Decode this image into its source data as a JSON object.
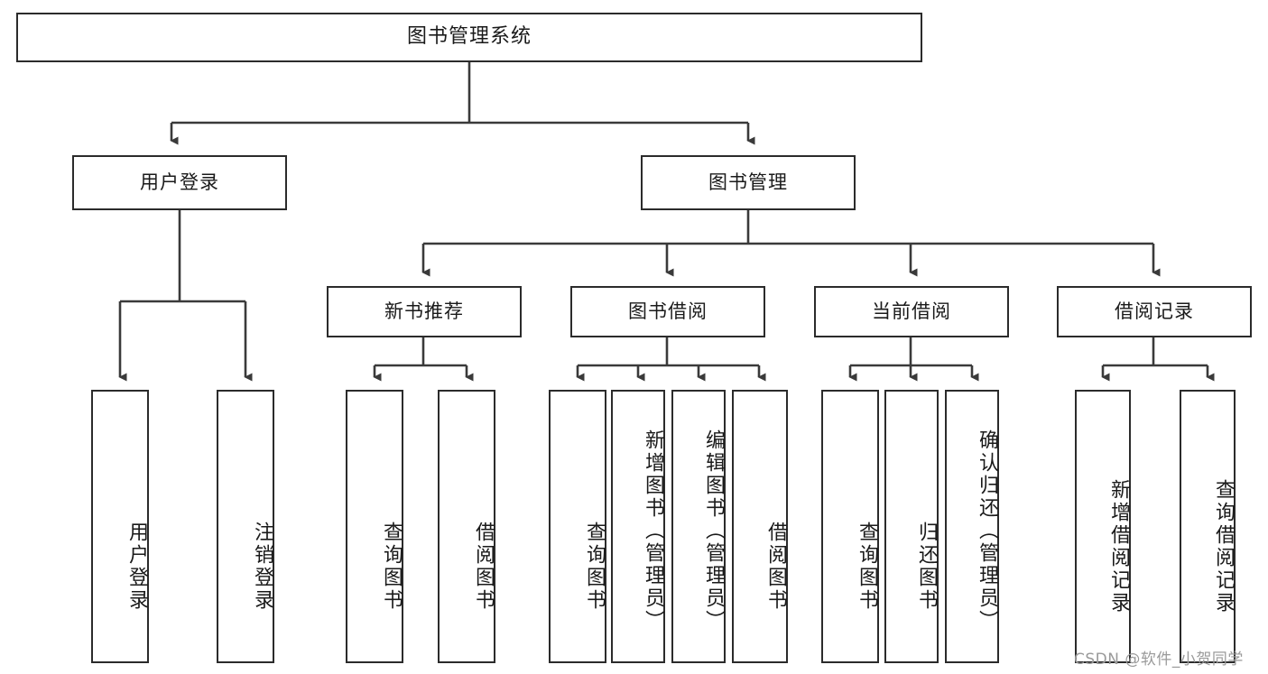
{
  "diagram": {
    "title": "图书管理系统",
    "type": "tree",
    "orientation": "top-down",
    "levels": 4,
    "colors": {
      "box_border": "#2b2b2b",
      "box_fill": "#ffffff",
      "edge": "#3a3a3a",
      "text": "#1a1a1a",
      "watermark": "#9a9a9a",
      "background": "#ffffff"
    }
  },
  "nodes": {
    "root": {
      "label": "图书管理系统"
    },
    "level2": [
      {
        "label": "用户登录"
      },
      {
        "label": "图书管理"
      }
    ],
    "level3": [
      {
        "label": "新书推荐"
      },
      {
        "label": "图书借阅"
      },
      {
        "label": "当前借阅"
      },
      {
        "label": "借阅记录"
      }
    ],
    "leaves": {
      "user_login": [
        {
          "label": "用户登录"
        },
        {
          "label": "注销登录"
        }
      ],
      "new_book_recommend": [
        {
          "label": "查询图书"
        },
        {
          "label": "借阅图书"
        }
      ],
      "book_borrow": [
        {
          "label": "查询图书"
        },
        {
          "label": "新增图书（管理员）"
        },
        {
          "label": "编辑图书（管理员）"
        },
        {
          "label": "借阅图书"
        }
      ],
      "current_borrow": [
        {
          "label": "查询图书"
        },
        {
          "label": "归还图书"
        },
        {
          "label": "确认归还（管理员）"
        }
      ],
      "borrow_record": [
        {
          "label": "新增借阅记录"
        },
        {
          "label": "查询借阅记录"
        }
      ]
    }
  },
  "watermark": {
    "text": "CSDN @软件_小贺同学"
  }
}
